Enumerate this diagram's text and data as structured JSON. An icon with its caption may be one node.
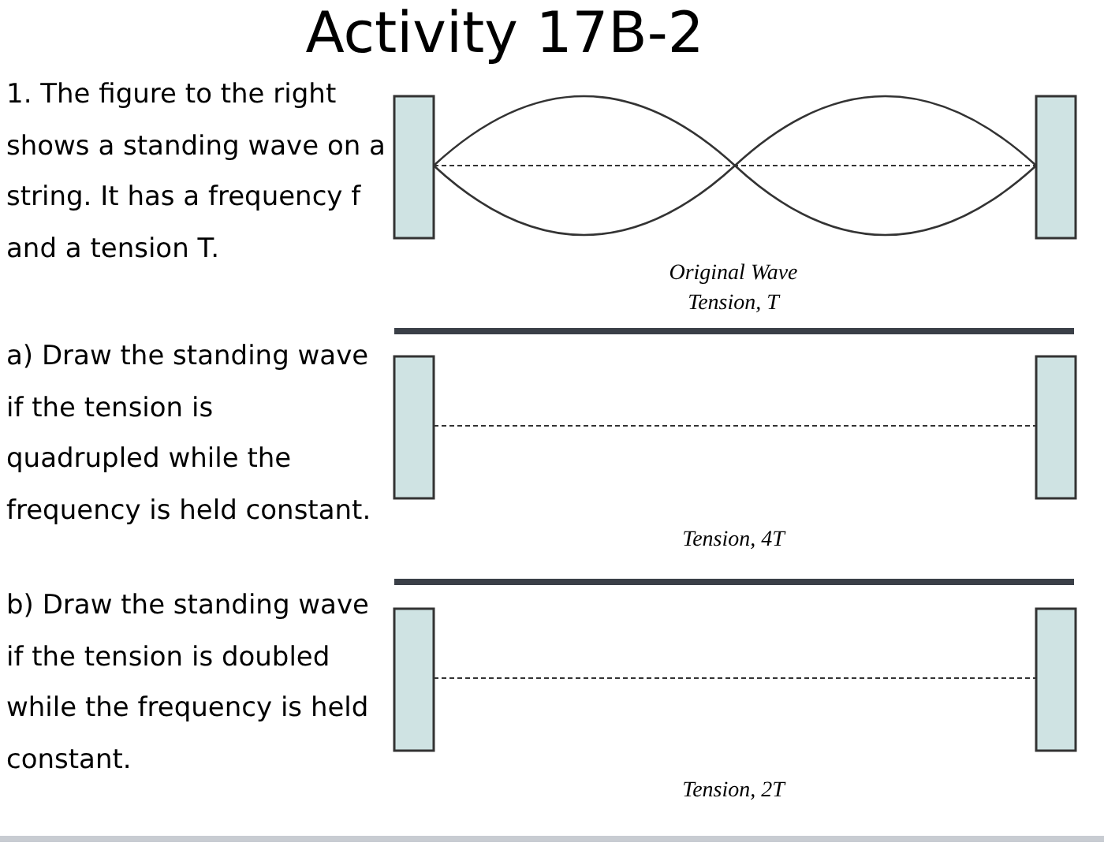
{
  "diagram": {
    "title": "Activity 17B-2",
    "labels": [
      "1. The figure to the right shows a standing wave on a string.  It has a frequency f and a tension T.",
      "Original Wave",
      "Tension, T",
      "a) Draw the standing wave if the tension is quadrupled while the frequency is held constant.",
      "Tension, 4T",
      "b) Draw the standing wave if the tension is doubled while the frequency is held constant.",
      "Tension, 2T"
    ]
  }
}
